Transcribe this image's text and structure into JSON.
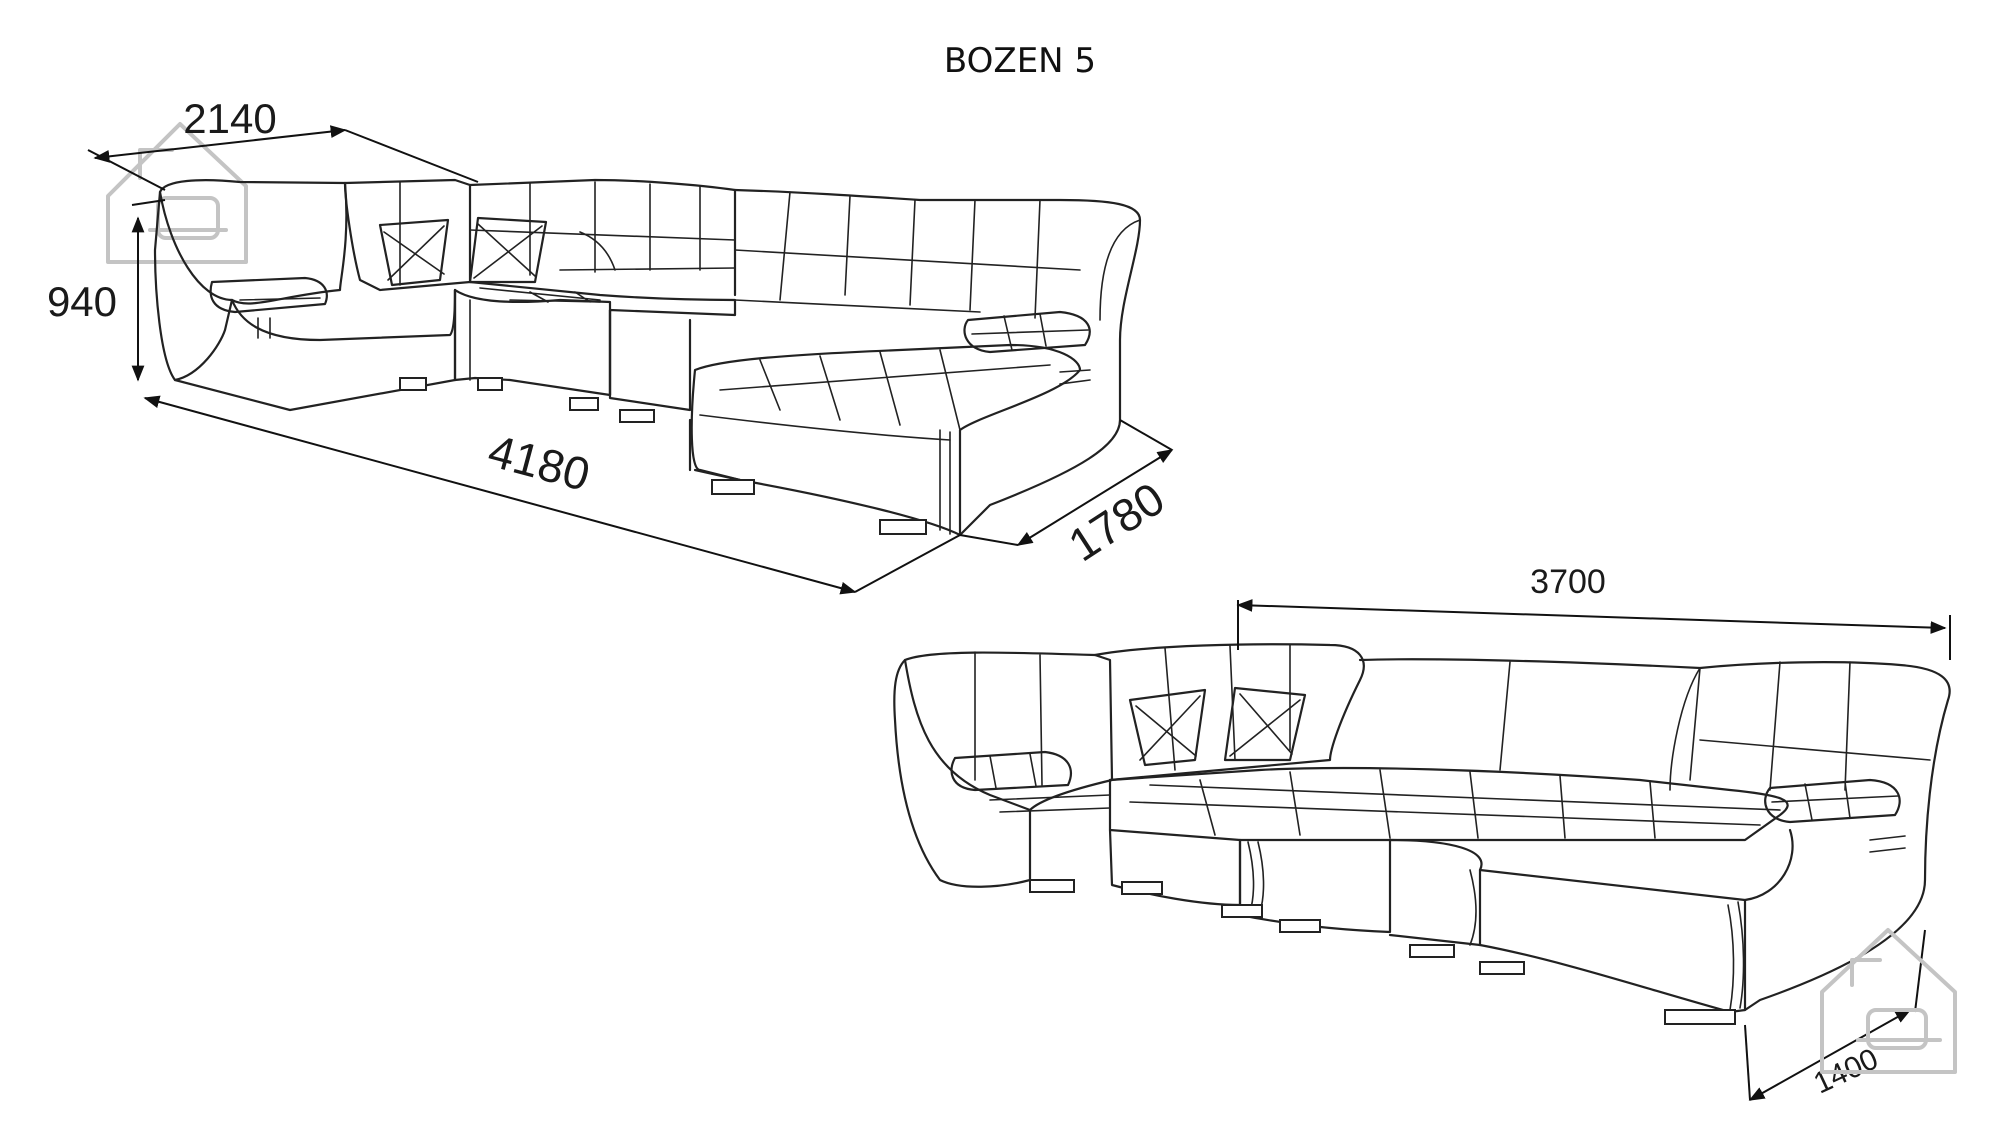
{
  "title": "BOZEN 5",
  "top_view": {
    "width_label": "2140",
    "height_label": "940",
    "length_label": "4180",
    "depth_label": "1780"
  },
  "bottom_view": {
    "length_label": "3700",
    "depth_label": "1400"
  },
  "colors": {
    "line": "#222222",
    "watermark": "#c4c4c4",
    "background": "#ffffff"
  },
  "icons": [
    "house-sofa-watermark-icon"
  ]
}
